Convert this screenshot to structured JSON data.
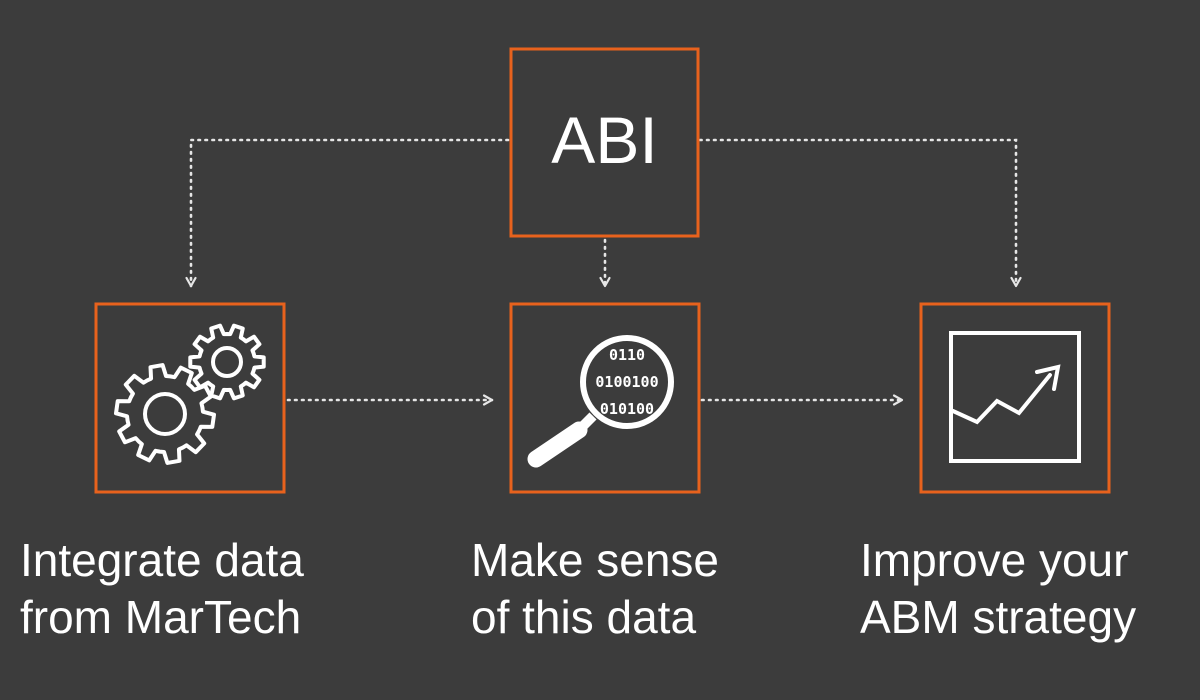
{
  "diagram": {
    "top_box": {
      "label": "ABI"
    },
    "steps": [
      {
        "icon": "gears-icon",
        "lines": [
          "Integrate data",
          "from MarTech"
        ]
      },
      {
        "icon": "magnifier-binary-icon",
        "lines": [
          "Make sense",
          "of this data"
        ],
        "binary": [
          "0110",
          "0100100",
          "010100"
        ]
      },
      {
        "icon": "rising-chart-icon",
        "lines": [
          "Improve your",
          "ABM strategy"
        ]
      }
    ]
  },
  "colors": {
    "background": "#3c3c3c",
    "accent": "#e8621d",
    "foreground": "#ffffff",
    "connector": "#e6e6e6"
  }
}
